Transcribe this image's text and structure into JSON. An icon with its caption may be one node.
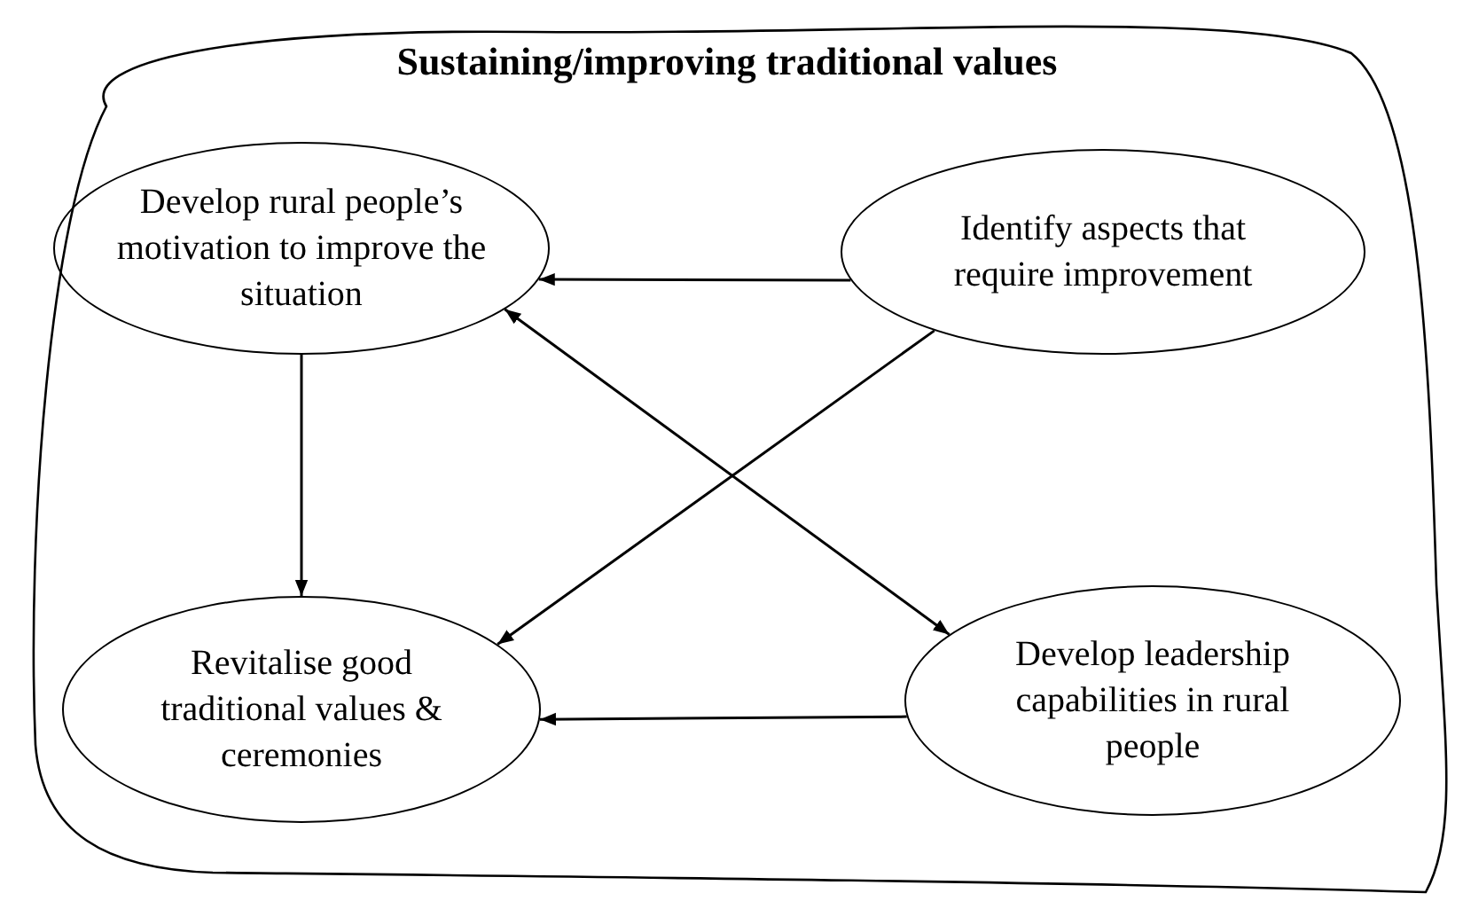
{
  "diagram": {
    "nodes": [
      {
        "text": [
          "Sustaining/improving traditional values"
        ]
      },
      {
        "text": [
          "Develop rural people’s motivation to improve the situation"
        ],
        "in": 0
      },
      {
        "text": [
          "Identify aspects that require improvement"
        ],
        "in": 0
      },
      {
        "text": [
          "Revitalise good traditional values & ceremonies"
        ],
        "in": 0
      },
      {
        "text": [
          "Develop leadership capabilities in rural people"
        ],
        "in": 0
      }
    ],
    "edges": [
      {
        "from": 2,
        "to": 1,
        "arrow": "to"
      },
      {
        "from": 1,
        "to": 3,
        "arrow": "to"
      },
      {
        "from": 2,
        "to": 3,
        "arrow": "to"
      },
      {
        "from": 1,
        "to": 4,
        "arrow": "both"
      },
      {
        "from": 4,
        "to": 3,
        "arrow": "to"
      }
    ]
  }
}
